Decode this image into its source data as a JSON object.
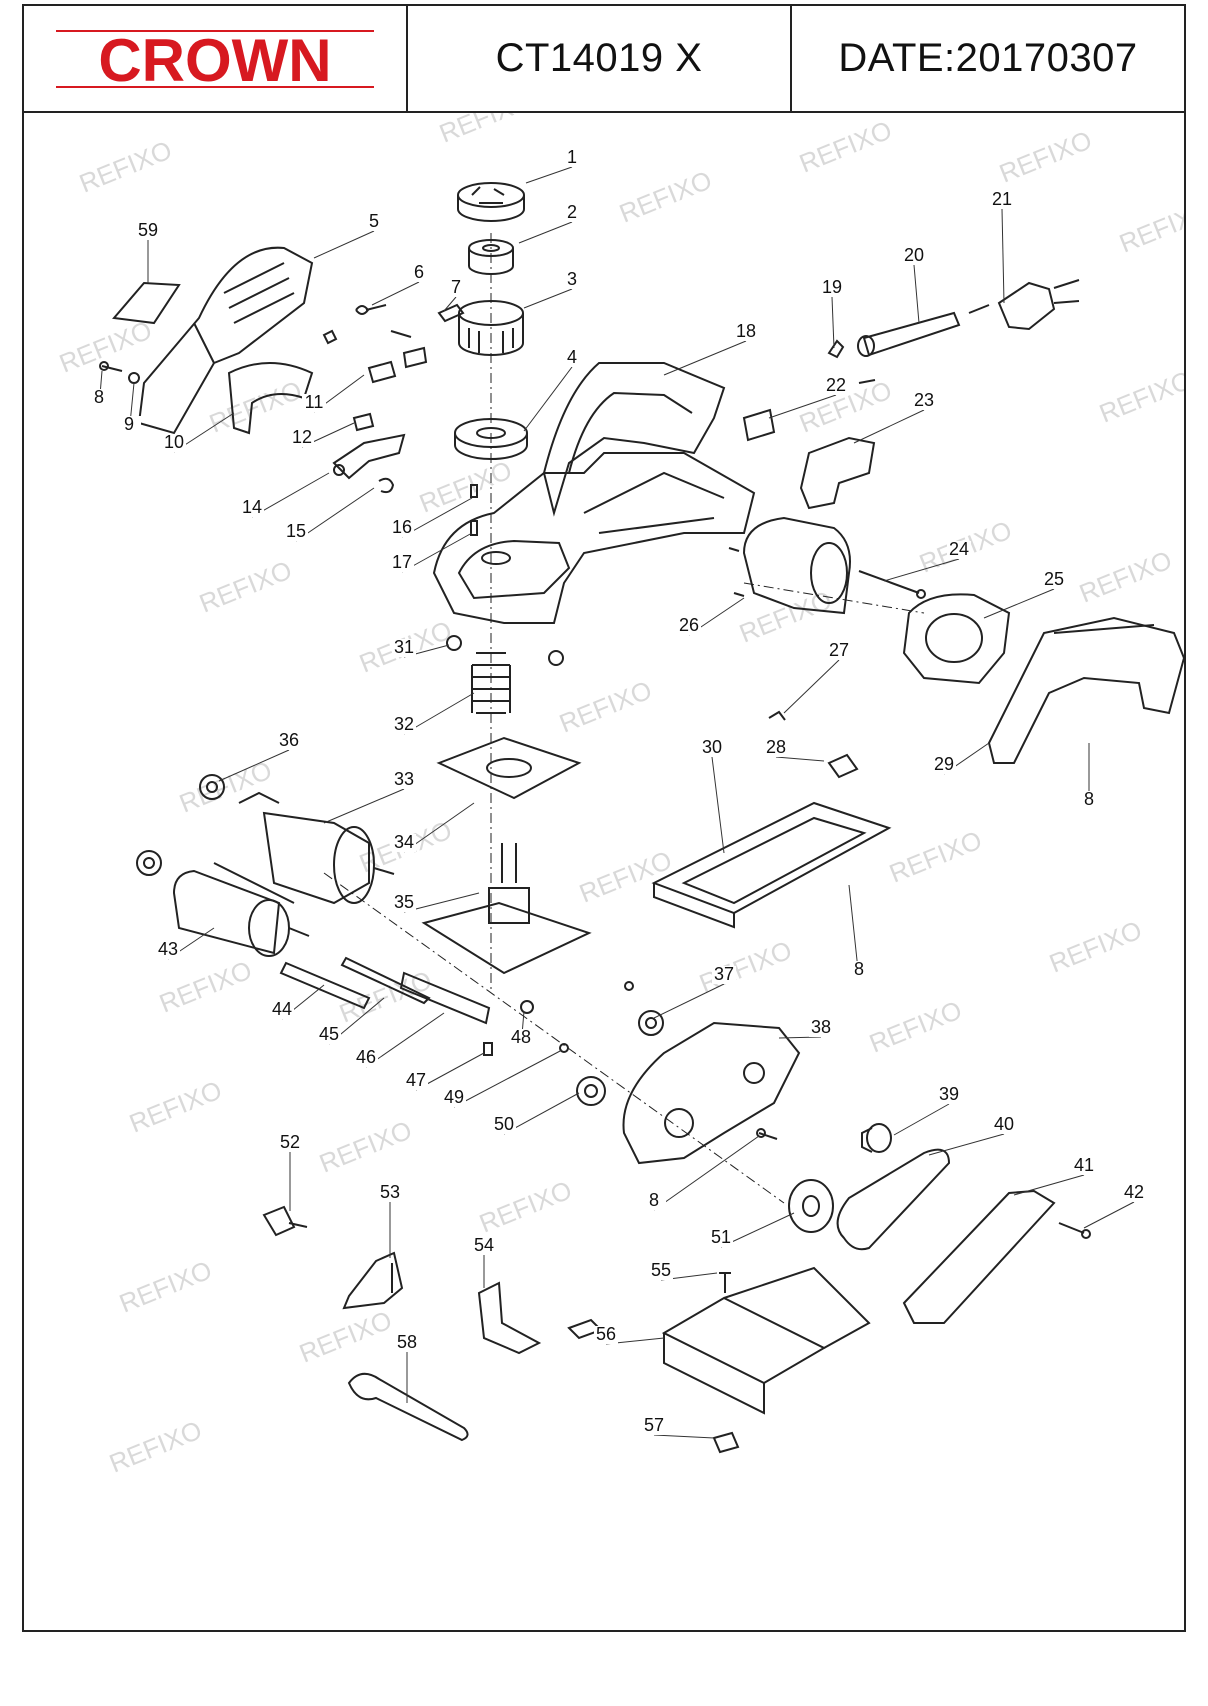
{
  "header": {
    "brand": "CROWN",
    "model": "CT14019 X",
    "date": "DATE:20170307"
  },
  "watermark": "REFIXO",
  "colors": {
    "brand_red": "#d71920",
    "ink": "#222222",
    "watermark": "#d9d9d9"
  },
  "part_labels": [
    "1",
    "2",
    "3",
    "4",
    "5",
    "6",
    "7",
    "8",
    "9",
    "10",
    "11",
    "12",
    "14",
    "15",
    "16",
    "17",
    "18",
    "19",
    "20",
    "21",
    "22",
    "23",
    "24",
    "25",
    "26",
    "27",
    "28",
    "29",
    "30",
    "31",
    "32",
    "33",
    "34",
    "35",
    "36",
    "37",
    "38",
    "39",
    "40",
    "41",
    "42",
    "43",
    "44",
    "45",
    "46",
    "47",
    "48",
    "49",
    "50",
    "51",
    "52",
    "53",
    "54",
    "55",
    "56",
    "57",
    "58",
    "59"
  ],
  "extra_label_8": "8"
}
